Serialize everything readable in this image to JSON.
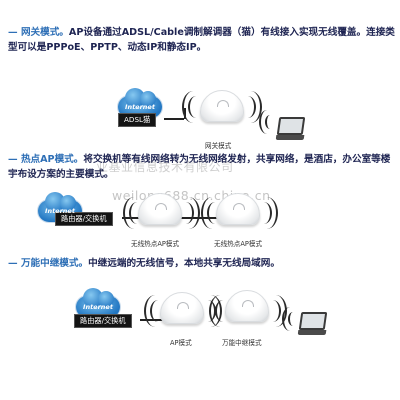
{
  "sections": [
    {
      "dash": "—",
      "mode": "网关模式。",
      "text": "AP设备通过ADSL/Cable调制解调器（猫）有线接入实现无线覆盖。连接类型可以是PPPoE、PPTP、动态IP和静态IP。",
      "cloud_label": "Internet",
      "device_label": "ADSL猫",
      "captions": [
        "网关模式"
      ]
    },
    {
      "dash": "—",
      "mode": "热点AP模式。",
      "text": "将交换机等有线网络转为无线网络发射，共享网络，是酒店，办公室等楼宇布设方案的主要模式。",
      "cloud_label": "Internet",
      "device_label": "路由器/交换机",
      "captions": [
        "无线热点AP模式",
        "无线热点AP模式"
      ]
    },
    {
      "dash": "—",
      "mode": "万能中继模式。",
      "text": "中继远端的无线信号，本地共享无线局域网。",
      "cloud_label": "Internet",
      "device_label": "路由器/交换机",
      "captions": [
        "AP模式",
        "万能中继模式"
      ]
    }
  ],
  "watermarks": [
    "业基业信息技术有限公司",
    "weilong688.cn.china.cn"
  ]
}
